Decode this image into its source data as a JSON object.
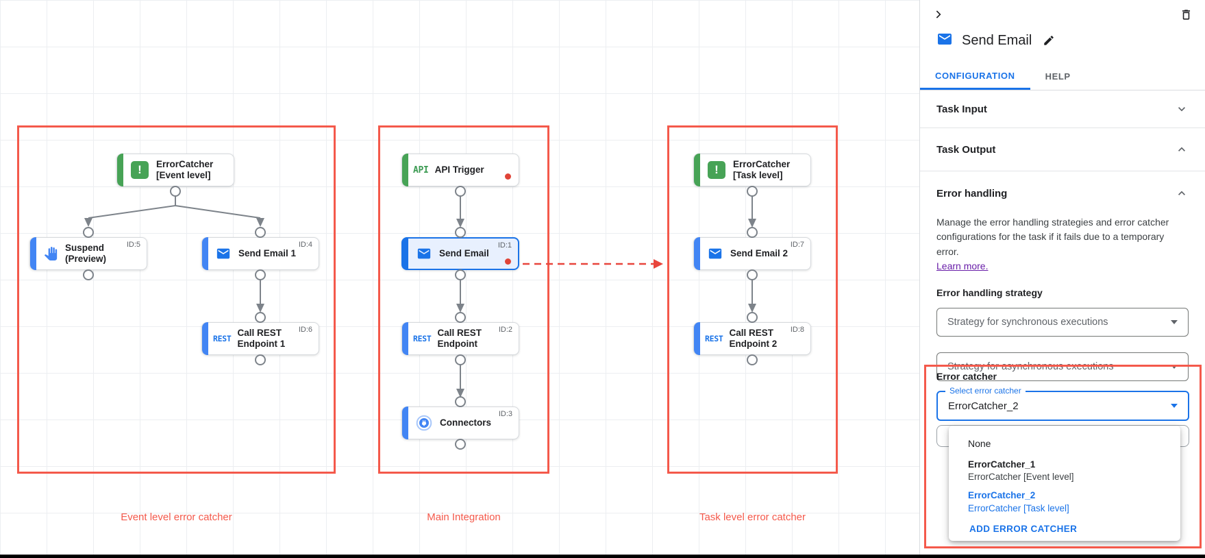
{
  "canvas": {
    "captions": [
      "Event level error catcher",
      "Main Integration",
      "Task level error catcher"
    ],
    "nodes": {
      "ec_event": {
        "line1": "ErrorCatcher",
        "line2": "[Event level]",
        "id": "",
        "icon_glyph": "!"
      },
      "suspend": {
        "line1": "Suspend",
        "line2": "(Preview)",
        "id": "ID:5"
      },
      "send_email_1": {
        "line1": "Send Email 1",
        "line2": "",
        "id": "ID:4"
      },
      "call_rest_1": {
        "line1": "Call REST",
        "line2": "Endpoint 1",
        "id": "ID:6",
        "icon_text": "REST"
      },
      "api_trigger": {
        "line1": "API Trigger",
        "line2": "",
        "id": "",
        "icon_text": "API"
      },
      "send_email": {
        "line1": "Send Email",
        "line2": "",
        "id": "ID:1"
      },
      "call_rest": {
        "line1": "Call REST",
        "line2": "Endpoint",
        "id": "ID:2",
        "icon_text": "REST"
      },
      "connectors": {
        "line1": "Connectors",
        "line2": "",
        "id": "ID:3"
      },
      "ec_task": {
        "line1": "ErrorCatcher",
        "line2": "[Task level]",
        "id": "",
        "icon_glyph": "!"
      },
      "send_email_2": {
        "line1": "Send Email 2",
        "line2": "",
        "id": "ID:7"
      },
      "call_rest_2": {
        "line1": "Call REST",
        "line2": "Endpoint 2",
        "id": "ID:8",
        "icon_text": "REST"
      }
    }
  },
  "panel": {
    "title": "Send Email",
    "tabs": {
      "configuration": "CONFIGURATION",
      "help": "HELP"
    },
    "sections": {
      "task_input": "Task Input",
      "task_output": "Task Output",
      "error_handling": "Error handling"
    },
    "error_handling": {
      "description": "Manage the error handling strategies and error catcher configurations for the task if it fails due to a temporary error.",
      "learn_more": "Learn more.",
      "strategy_label": "Error handling strategy",
      "sync_select": "Strategy for synchronous executions",
      "async_select": "Strategy for asynchronous executions"
    },
    "error_catcher": {
      "label": "Error catcher",
      "select_label": "Select error catcher",
      "value": "ErrorCatcher_2",
      "options": [
        {
          "name": "None",
          "desc": ""
        },
        {
          "name": "ErrorCatcher_1",
          "desc": "ErrorCatcher [Event level]"
        },
        {
          "name": "ErrorCatcher_2",
          "desc": "ErrorCatcher [Task level]"
        }
      ],
      "add_button": "ADD ERROR CATCHER"
    }
  },
  "colors": {
    "accent_blue": "#1a73e8",
    "node_blue": "#4285f4",
    "node_green": "#47a356",
    "annotation_red": "#f4594b",
    "edge_gray": "#7d838a",
    "link_purple": "#681da8"
  }
}
